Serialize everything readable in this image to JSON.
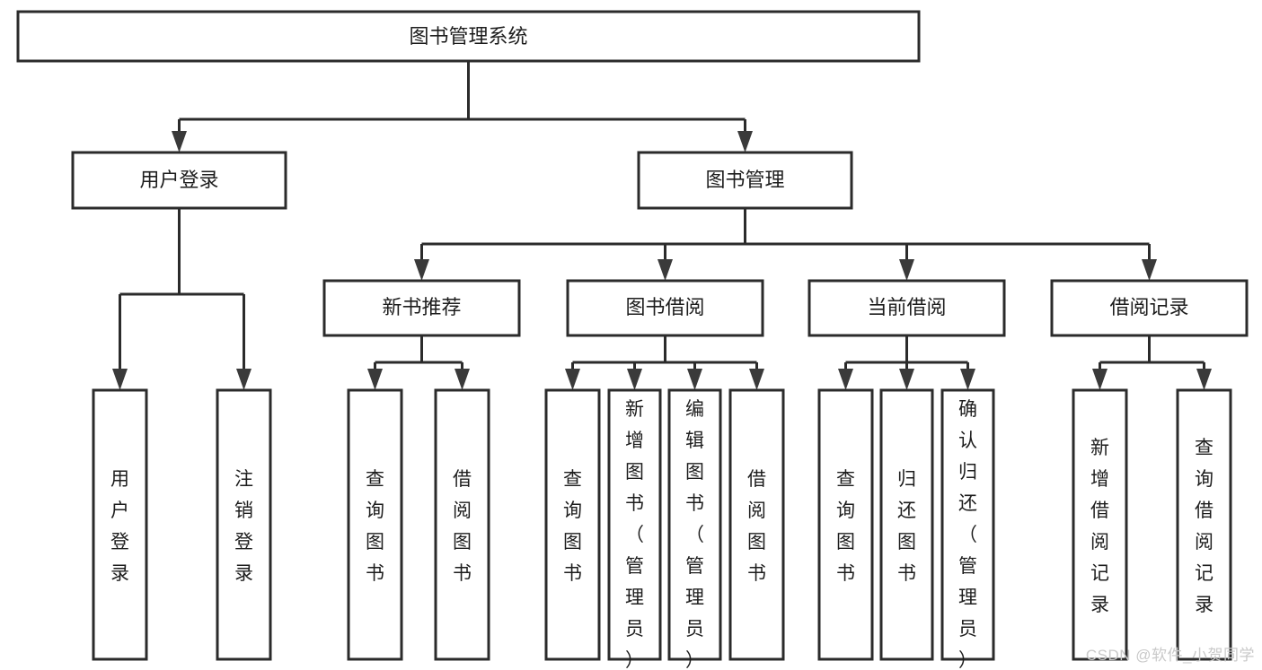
{
  "diagram": {
    "title": "图书管理系统",
    "type": "tree-hierarchy-chart",
    "orientation": "top-down",
    "colors": {
      "box_stroke": "#2b2b2b",
      "box_fill": "#ffffff",
      "connector": "#2b2b2b",
      "text": "#1d1d1d",
      "background": "#ffffff",
      "watermark": "#c9c9c9"
    },
    "root": {
      "label": "图书管理系统"
    },
    "level2": [
      {
        "label": "用户登录"
      },
      {
        "label": "图书管理"
      }
    ],
    "level3": [
      {
        "label": "新书推荐"
      },
      {
        "label": "图书借阅"
      },
      {
        "label": "当前借阅"
      },
      {
        "label": "借阅记录"
      }
    ],
    "leaves": {
      "user_login": [
        {
          "label": "用户登录"
        },
        {
          "label": "注销登录"
        }
      ],
      "new_book_recommend": [
        {
          "label": "查询图书"
        },
        {
          "label": "借阅图书"
        }
      ],
      "book_borrow": [
        {
          "label": "查询图书"
        },
        {
          "label": "新增图书（管理员）"
        },
        {
          "label": "编辑图书（管理员）"
        },
        {
          "label": "借阅图书"
        }
      ],
      "current_borrow": [
        {
          "label": "查询图书"
        },
        {
          "label": "归还图书"
        },
        {
          "label": "确认归还（管理员）"
        }
      ],
      "borrow_record": [
        {
          "label": "新增借阅记录"
        },
        {
          "label": "查询借阅记录"
        }
      ]
    }
  },
  "watermark": {
    "text": "CSDN @软件_小贺同学"
  }
}
